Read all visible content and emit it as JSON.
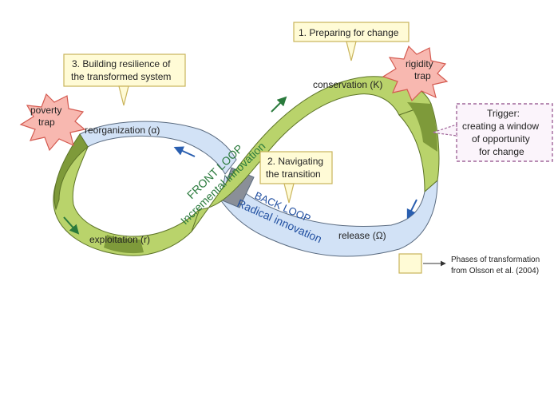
{
  "colors": {
    "front_loop_fill": "#b9d36b",
    "front_loop_dark": "#7e9a3a",
    "back_loop_fill": "#d2e2f6",
    "back_loop_dark": "#8a8f98",
    "arrow_green": "#2a7a3c",
    "arrow_blue": "#2a5fb0",
    "callout_fill": "#fffbd6",
    "callout_border": "#c9b35a",
    "trigger_border": "#a0669a",
    "burst_fill": "#f8b8b0",
    "burst_border": "#d45a50"
  },
  "phases": {
    "phase1": "1. Preparing for change",
    "phase2_line1": "2. Navigating",
    "phase2_line2": "the transition",
    "phase3_line1": "3. Building resilience of",
    "phase3_line2": "the transformed system"
  },
  "traps": {
    "poverty_line1": "poverty",
    "poverty_line2": "trap",
    "rigidity_line1": "rigidity",
    "rigidity_line2": "trap"
  },
  "trigger": {
    "line1": "Trigger:",
    "line2": "creating a window",
    "line3": "of opportunity",
    "line4": "for change"
  },
  "stages": {
    "conservation": "conservation (K)",
    "reorganization": "reorganization (α)",
    "exploitation": "exploitation (r)",
    "release": "release (Ω)"
  },
  "loops": {
    "front_title": "FRONT LOOP",
    "front_sub": "Incremental innovation",
    "back_title": "BACK LOOP",
    "back_sub": "Radical innovation"
  },
  "legend": {
    "line1": "Phases of transformation",
    "line2": "from Olsson et al. (2004)"
  }
}
